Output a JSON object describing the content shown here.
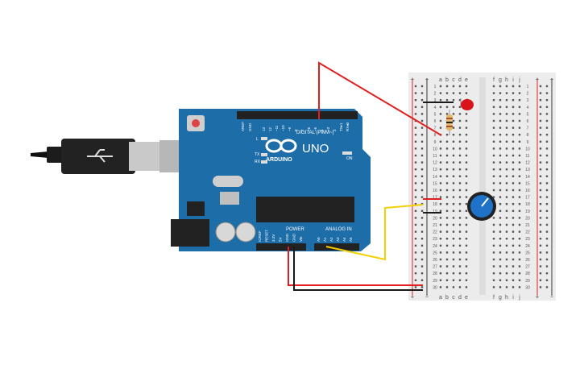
{
  "arduino": {
    "logo_text": "ARDUINO",
    "model": "UNO",
    "digital_label": "DIGITAL (PWM~)",
    "power_label": "POWER",
    "analog_label": "ANALOG IN",
    "tx_label": "TX",
    "rx_label": "RX",
    "l_label": "L",
    "on_label": "ON",
    "aref_label": "AREF",
    "gnd_label": "GND",
    "digital_pins": [
      "13",
      "12",
      "~11",
      "~10",
      "~9",
      "8",
      "7",
      "~6",
      "~5",
      "4",
      "~3",
      "2",
      "TX▸1",
      "RX◂0"
    ],
    "power_pins": [
      "IOREF",
      "RESET",
      "3.3V",
      "5V",
      "GND",
      "GND",
      "Vin"
    ],
    "analog_pins": [
      "A0",
      "A1",
      "A2",
      "A3",
      "A4",
      "A5"
    ]
  },
  "breadboard": {
    "columns_left": [
      "a",
      "b",
      "c",
      "d",
      "e"
    ],
    "columns_right": [
      "f",
      "g",
      "h",
      "i",
      "j"
    ],
    "rows": [
      "1",
      "2",
      "3",
      "4",
      "5",
      "6",
      "7",
      "8",
      "9",
      "10",
      "11",
      "12",
      "13",
      "14",
      "15",
      "16",
      "17",
      "18",
      "19",
      "20",
      "21",
      "22",
      "23",
      "24",
      "25",
      "26",
      "27",
      "28",
      "29",
      "30"
    ],
    "plus": "+",
    "minus": "−"
  },
  "colors": {
    "board": "#1d6da8",
    "wire_red": "#e02020",
    "wire_black": "#1a1a1a",
    "wire_yellow": "#f5d000",
    "breadboard": "#ececec",
    "pot_knob": "#1e73c8",
    "led": "#d8141a"
  }
}
